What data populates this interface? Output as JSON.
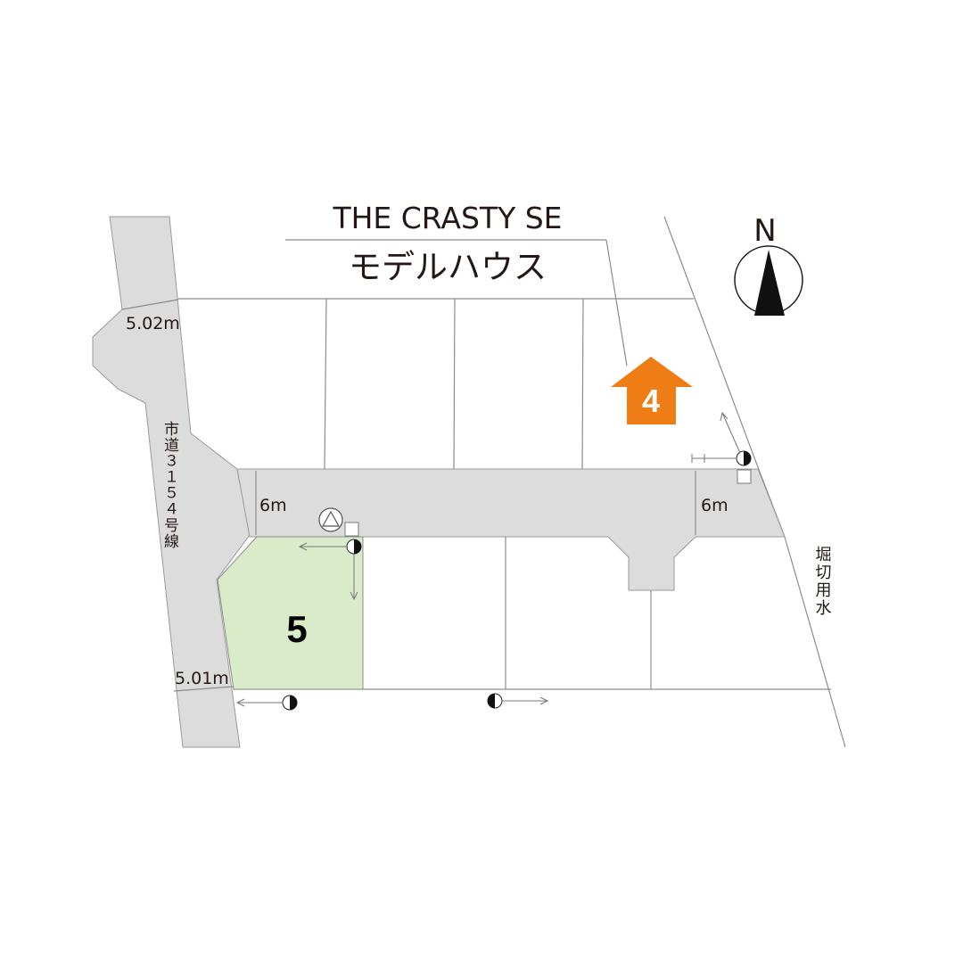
{
  "title": {
    "line1": "THE CRASTY SE",
    "line2": "モデルハウス"
  },
  "compass": {
    "label": "N",
    "icon": "north-arrow-icon"
  },
  "roads": {
    "city_road_label": "市道３１５４号線",
    "waterway_label": "堀切用水",
    "width_top": "5.02m",
    "width_bottom": "5.01m",
    "inner_width_left": "6m",
    "inner_width_right": "6m"
  },
  "lots": {
    "model_house": {
      "number": "4",
      "color": "#ee7d16"
    },
    "selected": {
      "number": "5",
      "color": "#d9ebc9"
    }
  },
  "colors": {
    "road": "#dcdcdc",
    "lot_line": "#8c8c8c",
    "text": "#231815"
  }
}
